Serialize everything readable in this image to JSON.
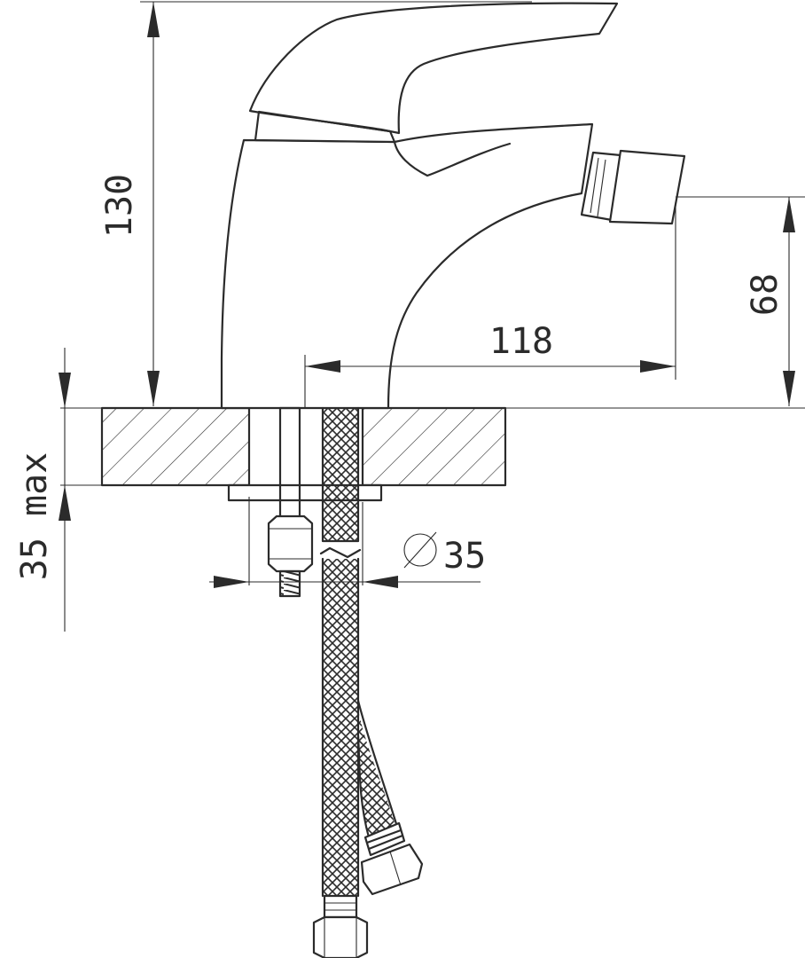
{
  "dimensions": {
    "height_total": "130",
    "spout_height": "68",
    "spout_reach": "118",
    "max_thickness": "35 max",
    "hole_symbol": "⌀",
    "hole_diameter": "35"
  },
  "colors": {
    "line": "#2b2b2b",
    "background": "#ffffff"
  }
}
